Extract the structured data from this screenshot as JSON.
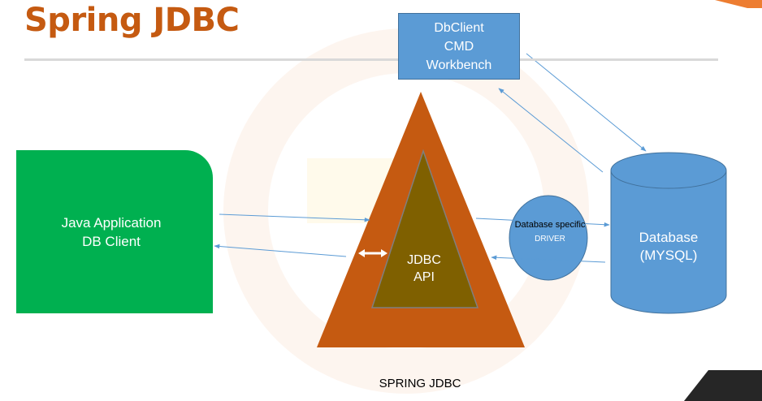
{
  "slide": {
    "title": "Spring JDBC",
    "caption": "SPRING JDBC"
  },
  "nodes": {
    "dbclient": {
      "line1": "DbClient",
      "line2": "CMD",
      "line3": "Workbench"
    },
    "java_app": {
      "line1": "Java Application",
      "line2": "DB Client"
    },
    "jdbc_api": {
      "line1": "JDBC",
      "line2": "API"
    },
    "driver": {
      "line1": "Database specific",
      "line2": "DRIVER"
    },
    "database": {
      "line1": "Database",
      "line2": "(MYSQL)"
    }
  },
  "colors": {
    "title": "#c55a11",
    "spring_triangle": "#c55a11",
    "jdbc_triangle": "#7f6000",
    "java_box": "#00b050",
    "blue_shapes": "#5b9bd5",
    "arrows": "#5b9bd5",
    "corner_dark": "#262626",
    "corner_accent": "#ed7d31"
  }
}
